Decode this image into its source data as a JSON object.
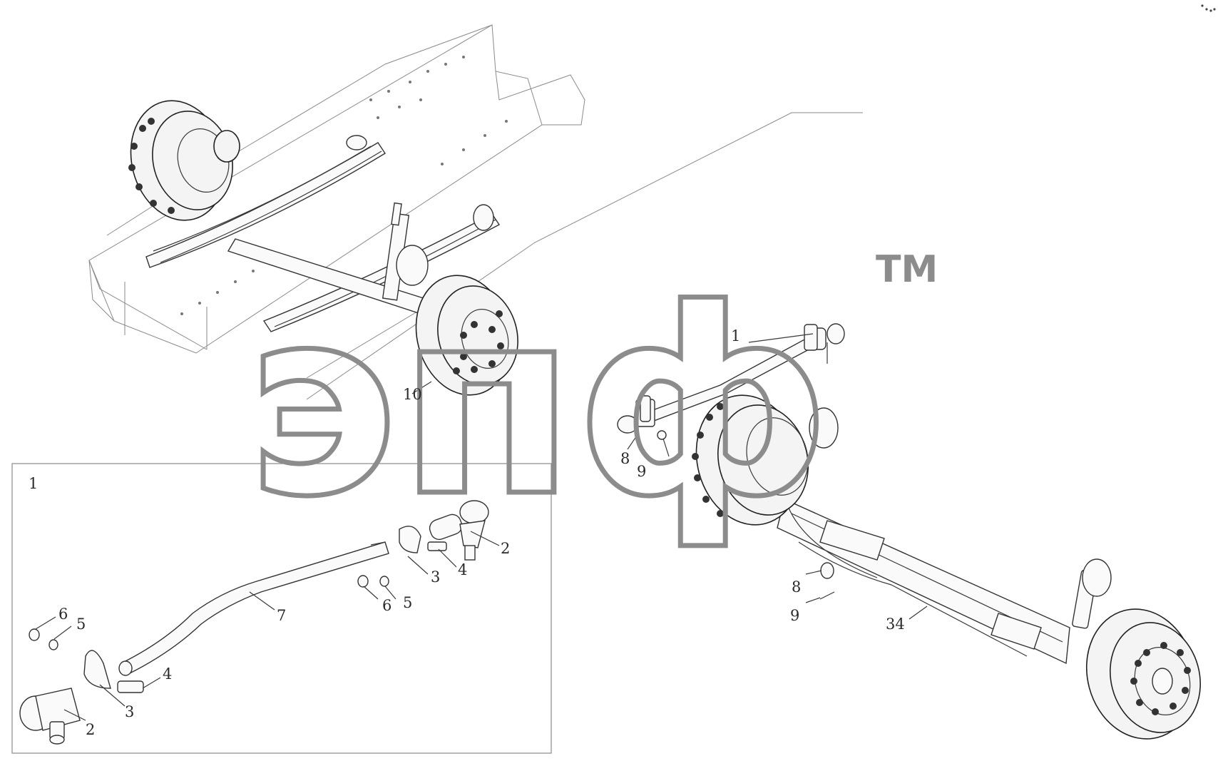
{
  "watermark": {
    "text": "эпф",
    "tm": "TM",
    "color": "#8c8c8c"
  },
  "inset": {
    "title": "1"
  },
  "callouts": {
    "top_assembly": [
      "10"
    ],
    "right_assembly": [
      "1",
      "8",
      "9",
      "8",
      "9",
      "34"
    ],
    "inset": [
      "2",
      "4",
      "3",
      "5",
      "6",
      "7",
      "6",
      "5",
      "4",
      "3",
      "2"
    ]
  },
  "icons": [
    "corner-dots-icon"
  ],
  "colors": {
    "line": "#333333",
    "background": "#ffffff",
    "watermark": "#8c8c8c"
  }
}
